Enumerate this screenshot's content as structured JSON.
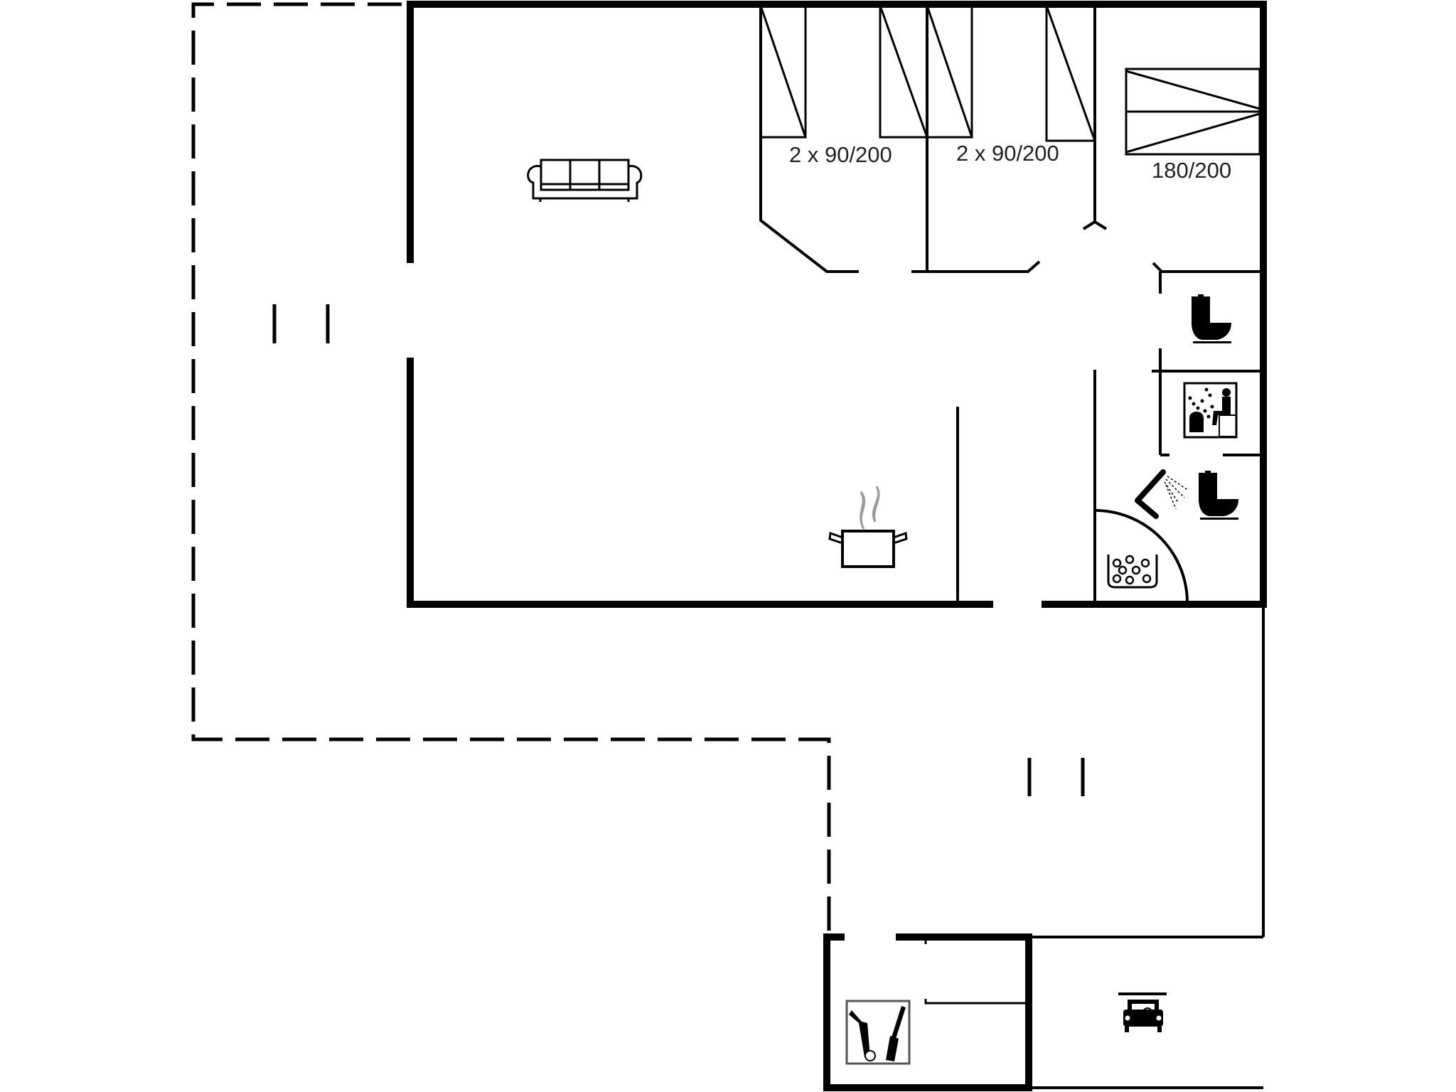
{
  "floorplan": {
    "rooms": [
      {
        "id": "living-room",
        "name": "Living room",
        "icon": "sofa-icon"
      },
      {
        "id": "kitchen",
        "name": "Kitchen",
        "icon": "cooking-pot-icon"
      },
      {
        "id": "bedroom-1",
        "name": "Bedroom 1",
        "bed_label": "2 x 90/200"
      },
      {
        "id": "bedroom-2",
        "name": "Bedroom 2",
        "bed_label": "2 x 90/200"
      },
      {
        "id": "bedroom-3",
        "name": "Bedroom 3",
        "bed_label": "180/200"
      },
      {
        "id": "toilet",
        "name": "Toilet",
        "icon": "toilet-icon"
      },
      {
        "id": "sauna",
        "name": "Sauna",
        "icon": "sauna-icon"
      },
      {
        "id": "bathroom",
        "name": "Bathroom",
        "icons": [
          "shower-icon",
          "toilet-icon",
          "whirlpool-icon"
        ]
      },
      {
        "id": "utility-room",
        "name": "Utility room",
        "icon": "utility-tools-icon"
      },
      {
        "id": "carport",
        "name": "Carport",
        "icon": "car-icon"
      },
      {
        "id": "terrace",
        "name": "Terrace (dashed outline)"
      }
    ],
    "labels": {
      "bedroom_1_beds": "2 x 90/200",
      "bedroom_2_beds": "2 x 90/200",
      "bedroom_3_beds": "180/200"
    },
    "colors": {
      "wall": "#000000",
      "background": "#ffffff",
      "steam": "#9a9a9a",
      "text": "#222222"
    }
  }
}
